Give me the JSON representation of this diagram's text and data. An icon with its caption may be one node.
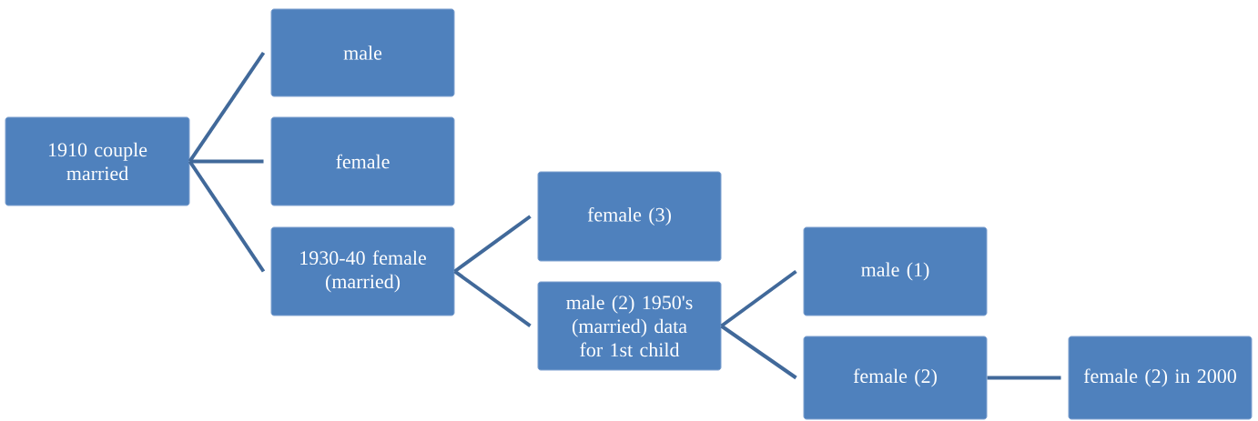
{
  "diagram": {
    "nodes": [
      {
        "text": [
          "1910 couple married"
        ]
      },
      {
        "text": [
          "male"
        ]
      },
      {
        "text": [
          "female"
        ]
      },
      {
        "text": [
          "1930-40 female (married)"
        ]
      },
      {
        "text": [
          "female (3)"
        ]
      },
      {
        "text": [
          "male (2) 1950's (married) data for 1st child"
        ]
      },
      {
        "text": [
          "male (1)"
        ]
      },
      {
        "text": [
          "female (2)"
        ]
      },
      {
        "text": [
          "female (2) in 2000"
        ]
      }
    ],
    "edges": [
      {
        "from": 0,
        "to": 1,
        "arrow": "none"
      },
      {
        "from": 0,
        "to": 2,
        "arrow": "none"
      },
      {
        "from": 0,
        "to": 3,
        "arrow": "none"
      },
      {
        "from": 3,
        "to": 4,
        "arrow": "none"
      },
      {
        "from": 3,
        "to": 5,
        "arrow": "none"
      },
      {
        "from": 5,
        "to": 6,
        "arrow": "none"
      },
      {
        "from": 5,
        "to": 7,
        "arrow": "none"
      },
      {
        "from": 7,
        "to": 8,
        "arrow": "none"
      }
    ]
  }
}
